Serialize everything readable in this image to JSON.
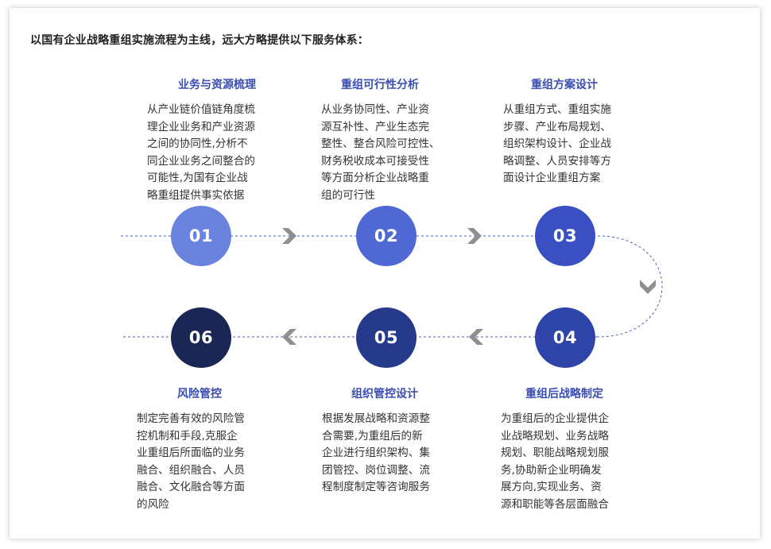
{
  "intro": "以国有企业战略重组实施流程为主线，远大方略提供以下服务体系：",
  "colors": {
    "step1": "#6a83de",
    "step2": "#4f68d4",
    "step3": "#3a50c2",
    "step4": "#2f44a8",
    "step5": "#253a8a",
    "step6": "#1a2654",
    "title": "#3a4db0",
    "line": "#4a5fc0",
    "arrow": "#8f8f8f"
  },
  "steps": [
    {
      "number": "01",
      "title": "业务与资源梳理",
      "lines": [
        "从产业链价值链角度梳",
        "理企业业务和产业资源",
        "之间的协同性,分析不",
        "同企业业务之间整合的",
        "可能性,为国有企业战",
        "略重组提供事实依据"
      ]
    },
    {
      "number": "02",
      "title": "重组可行性分析",
      "lines": [
        "从业务协同性、产业资",
        "源互补性、产业生态完",
        "整性、整合风险可控性、",
        "财务税收成本可接受性",
        "等方面分析企业战略重",
        "组的可行性"
      ]
    },
    {
      "number": "03",
      "title": "重组方案设计",
      "lines": [
        "从重组方式、重组实施",
        "步骤、产业布局规划、",
        "组织架构设计、企业战",
        "略调整、人员安排等方",
        "面设计企业重组方案"
      ]
    },
    {
      "number": "04",
      "title": "重组后战略制定",
      "lines": [
        "为重组后的企业提供企",
        "业战略规划、业务战略",
        "规划、职能战略规划服",
        "务,协助新企业明确发",
        "展方向,实现业务、资",
        "源和职能等各层面融合"
      ]
    },
    {
      "number": "05",
      "title": "组织管控设计",
      "lines": [
        "根据发展战略和资源整",
        "合需要,为重组后的新",
        "企业进行组织架构、集",
        "团管控、岗位调整、流",
        "程制度制定等咨询服务"
      ]
    },
    {
      "number": "06",
      "title": "风险管控",
      "lines": [
        "制定完善有效的风险管",
        "控机制和手段,克服企",
        "业重组后所面临的业务",
        "融合、组织融合、人员",
        "融合、文化融合等方面",
        "的风险"
      ]
    }
  ]
}
